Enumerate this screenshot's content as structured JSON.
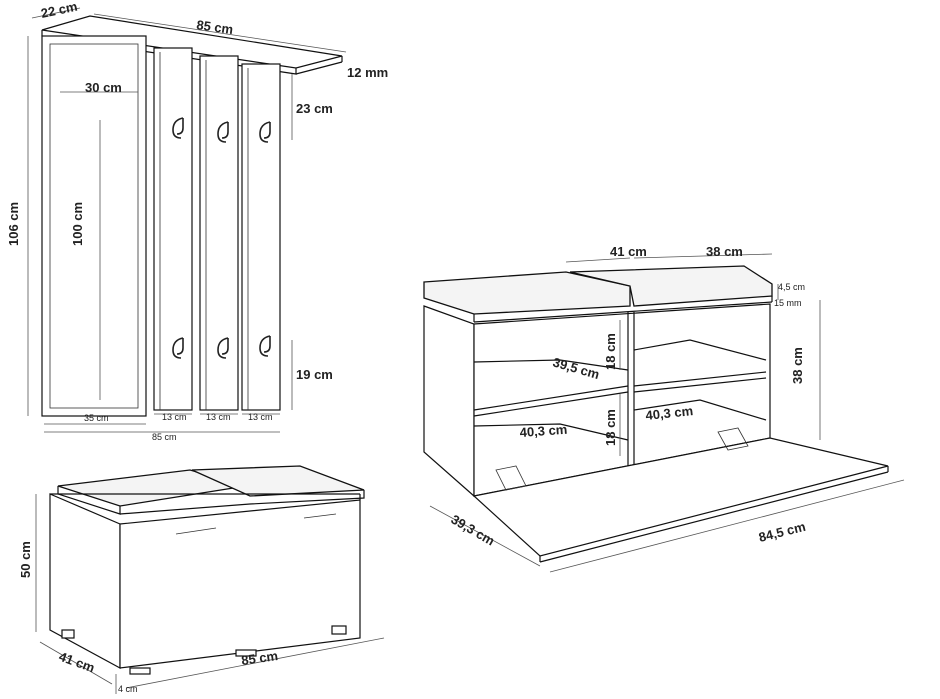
{
  "wall_rack": {
    "depth": "22 cm",
    "width_top": "85 cm",
    "shelf_thickness": "12 mm",
    "height": "106 cm",
    "mirror_width": "30 cm",
    "mirror_height": "100 cm",
    "hook_offset_top": "23 cm",
    "hook_offset_bottom": "19 cm",
    "mirror_panel_width": "35 cm",
    "panel_1_width": "13 cm",
    "panel_2_width": "13 cm",
    "panel_3_width": "13 cm",
    "width_bottom": "85 cm"
  },
  "bench_closed": {
    "height": "50 cm",
    "depth": "41 cm",
    "width": "85 cm",
    "foot_height": "4 cm"
  },
  "bench_open": {
    "cushion_left": "41 cm",
    "cushion_right": "38 cm",
    "cushion_thickness": "4,5 cm",
    "board_thickness": "15 mm",
    "shelf_depth": "39,5 cm",
    "compartment_height_top": "18 cm",
    "height": "38 cm",
    "compartment_width_left": "40,3 cm",
    "compartment_height_bottom": "18 cm",
    "compartment_width_right": "40,3 cm",
    "flap_depth": "39,3 cm",
    "flap_width": "84,5 cm"
  }
}
